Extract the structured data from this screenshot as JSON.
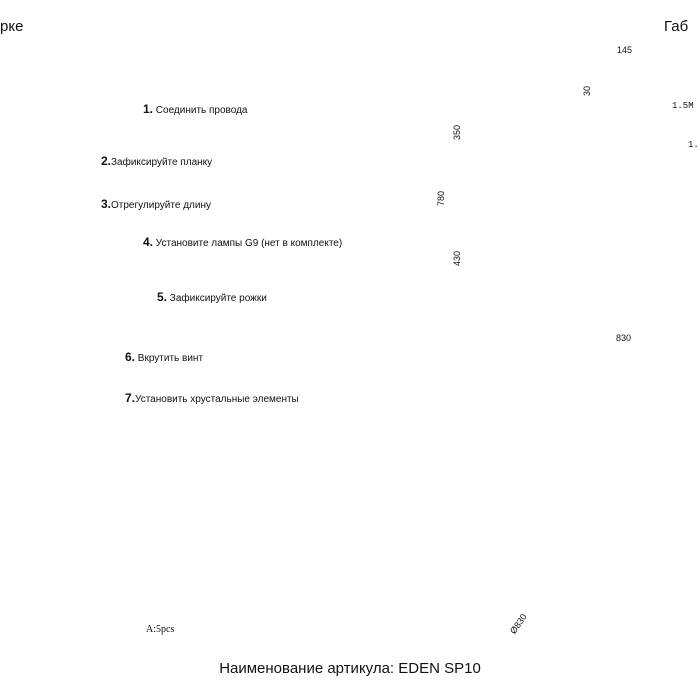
{
  "headings": {
    "left": "рке",
    "right": "Габ"
  },
  "steps": [
    {
      "num": "1.",
      "text": "Соединить провода"
    },
    {
      "num": "2.",
      "text": "Зафиксируйте планку"
    },
    {
      "num": "3.",
      "text": "Отрегулируйте длину"
    },
    {
      "num": "4.",
      "text": "Установите лампы G9 (нет в комплекте)"
    },
    {
      "num": "5.",
      "text": "Зафиксируйте рожки"
    },
    {
      "num": "6.",
      "text": "Вкрутить винт"
    },
    {
      "num": "7.",
      "text": "Установить хрустальные элементы"
    }
  ],
  "arm_caption": "A:5pcs",
  "dimensions": {
    "top_width": "145",
    "canopy_height": "30",
    "cable_length": "1.5M",
    "cable_length_2": "1.",
    "upper_height": "350",
    "total_height": "780",
    "lower_height": "430",
    "width": "830",
    "diameter": "Ø830"
  },
  "footer": "Наименование артикула: EDEN SP10",
  "colors": {
    "line": "#555555",
    "accent": "#e03030",
    "divider": "#9a9a9a"
  }
}
